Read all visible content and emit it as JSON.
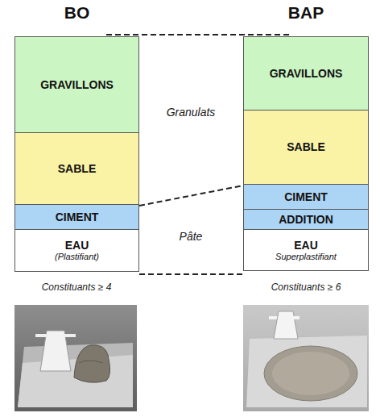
{
  "diagram": {
    "nodes": [
      {
        "text": [
          "BO"
        ]
      },
      {
        "text": [
          "GRAVILLONS"
        ],
        "in": 0
      },
      {
        "text": [
          "SABLE"
        ],
        "in": 0
      },
      {
        "text": [
          "CIMENT"
        ],
        "in": 0
      },
      {
        "text": [
          "EAU",
          "(Plastifiant)"
        ],
        "in": 0
      },
      {
        "text": [
          "BAP"
        ]
      },
      {
        "text": [
          "GRAVILLONS"
        ],
        "in": 5
      },
      {
        "text": [
          "SABLE"
        ],
        "in": 5
      },
      {
        "text": [
          "CIMENT"
        ],
        "in": 5
      },
      {
        "text": [
          "ADDITION"
        ],
        "in": 5
      },
      {
        "text": [
          "EAU",
          "Superplastifiant"
        ],
        "in": 5
      }
    ],
    "labels": [
      "Granulats",
      "Pâte",
      "Constituants ≥ 4",
      "Constituants ≥ 6"
    ]
  }
}
